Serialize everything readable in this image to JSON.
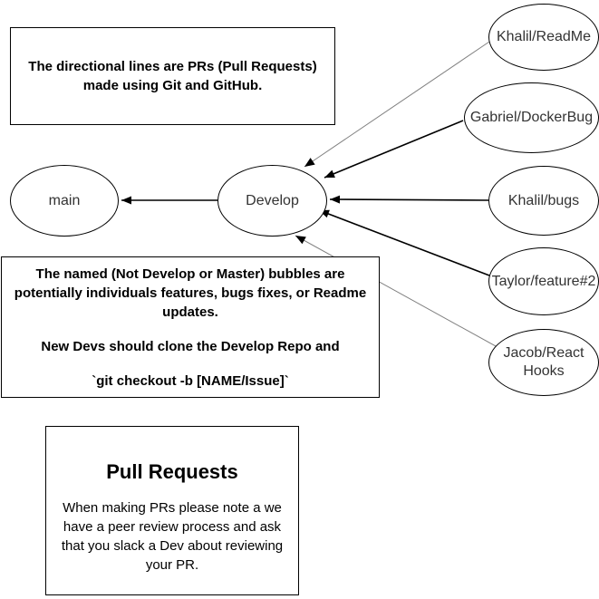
{
  "diagram": {
    "nodes": {
      "main": {
        "label": "main"
      },
      "develop": {
        "label": "Develop"
      },
      "branches": [
        {
          "label": "Khalil/ReadMe"
        },
        {
          "label": "Gabriel/DockerBug"
        },
        {
          "label": "Khalil/bugs"
        },
        {
          "label": "Taylor/feature#2"
        },
        {
          "label": "Jacob/React Hooks"
        }
      ]
    },
    "edges": [
      {
        "from": "Khalil/ReadMe",
        "to": "Develop",
        "style": "light"
      },
      {
        "from": "Gabriel/DockerBug",
        "to": "Develop",
        "style": "normal"
      },
      {
        "from": "Khalil/bugs",
        "to": "Develop",
        "style": "normal"
      },
      {
        "from": "Taylor/feature#2",
        "to": "Develop",
        "style": "normal"
      },
      {
        "from": "Jacob/React Hooks",
        "to": "Develop",
        "style": "light"
      },
      {
        "from": "Develop",
        "to": "main",
        "style": "normal"
      }
    ],
    "notes": {
      "pr_lines": "The directional lines are PRs (Pull Requests) made using Git and GitHub.",
      "branches_p1": "The named (Not Develop or Master) bubbles are potentially individuals features, bugs fixes, or Readme updates.",
      "branches_p2": "New Devs should clone the Develop Repo and",
      "branches_p3": "`git checkout -b [NAME/Issue]`",
      "pull_requests_title": "Pull Requests",
      "pull_requests_body": "When making PRs please note a we have a peer review process and ask that you slack a Dev about reviewing your PR."
    },
    "colors": {
      "stroke": "#000000",
      "edge_dark": "#000000",
      "edge_light": "#808080",
      "label": "#333333",
      "background": "#ffffff"
    }
  }
}
